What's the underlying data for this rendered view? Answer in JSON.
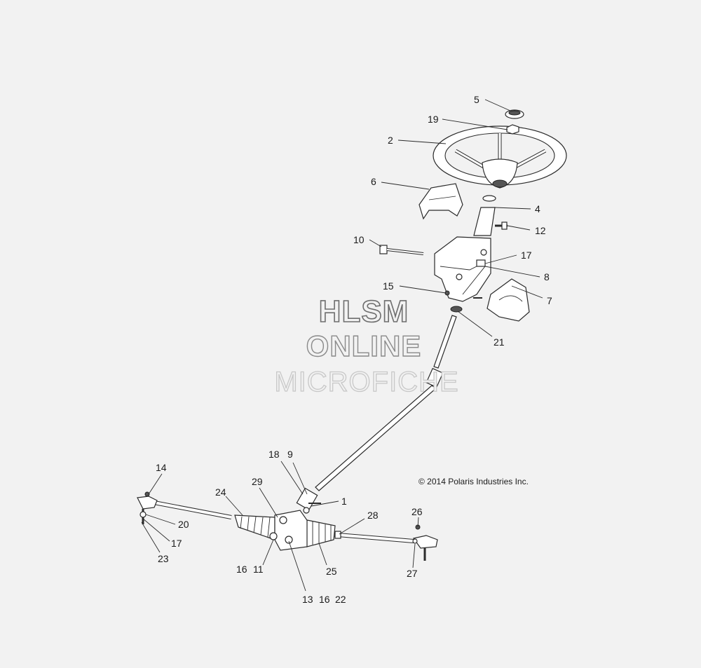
{
  "watermark": {
    "line1": "HLSM",
    "line2": "ONLINE",
    "line3": "MICROFICHE"
  },
  "copyright": "© 2014 Polaris Industries Inc.",
  "callouts": [
    {
      "id": "c5",
      "text": "5"
    },
    {
      "id": "c19",
      "text": "19"
    },
    {
      "id": "c2",
      "text": "2"
    },
    {
      "id": "c6",
      "text": "6"
    },
    {
      "id": "c4",
      "text": "4"
    },
    {
      "id": "c12",
      "text": "12"
    },
    {
      "id": "c10",
      "text": "10"
    },
    {
      "id": "c17a",
      "text": "17"
    },
    {
      "id": "c8",
      "text": "8"
    },
    {
      "id": "c15",
      "text": "15"
    },
    {
      "id": "c7",
      "text": "7"
    },
    {
      "id": "c21",
      "text": "21"
    },
    {
      "id": "c18",
      "text": "18"
    },
    {
      "id": "c9",
      "text": "9"
    },
    {
      "id": "c1",
      "text": "1"
    },
    {
      "id": "c14",
      "text": "14"
    },
    {
      "id": "c29",
      "text": "29"
    },
    {
      "id": "c24",
      "text": "24"
    },
    {
      "id": "c20",
      "text": "20"
    },
    {
      "id": "c17b",
      "text": "17"
    },
    {
      "id": "c23",
      "text": "23"
    },
    {
      "id": "c28",
      "text": "28"
    },
    {
      "id": "c26",
      "text": "26"
    },
    {
      "id": "c16a",
      "text": "16"
    },
    {
      "id": "c11",
      "text": "11"
    },
    {
      "id": "c25",
      "text": "25"
    },
    {
      "id": "c27",
      "text": "27"
    },
    {
      "id": "c13",
      "text": "13"
    },
    {
      "id": "c16b",
      "text": "16"
    },
    {
      "id": "c22",
      "text": "22"
    }
  ]
}
